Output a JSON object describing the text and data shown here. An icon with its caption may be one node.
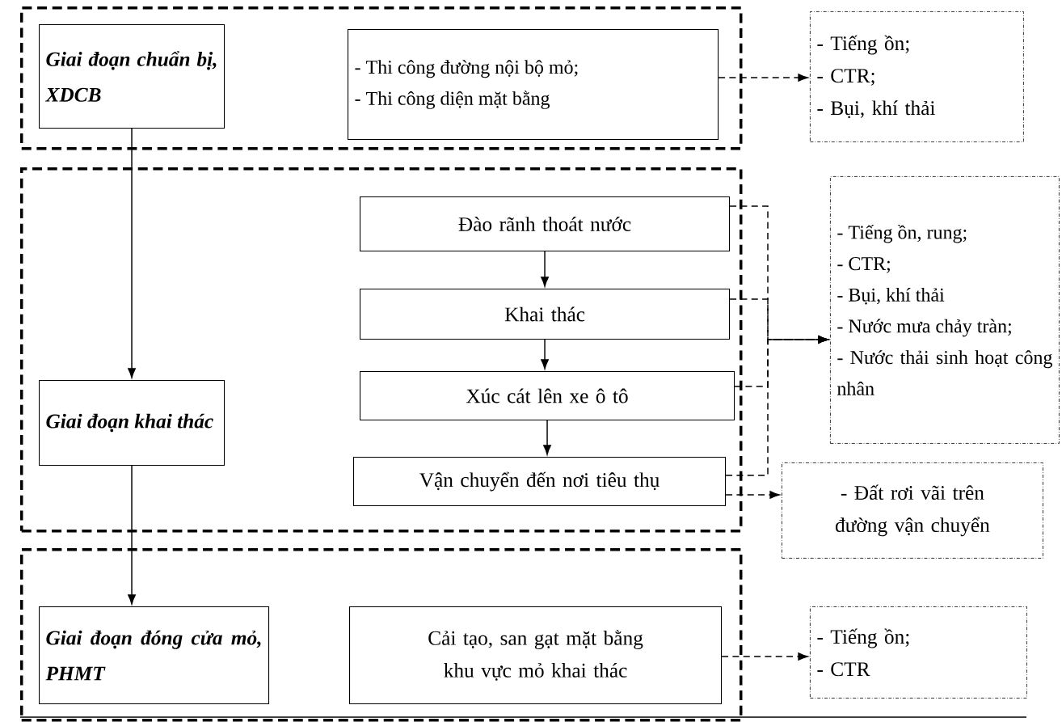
{
  "diagram": {
    "nodes": [
      {
        "text": [],
        "shape": "box"
      },
      {
        "text": [
          "Giai đoạn chuẩn bị, XDCB"
        ],
        "in": 0
      },
      {
        "text": [
          "- Thi công đường nội bộ mỏ;",
          "- Thi công diện mặt bằng"
        ],
        "in": 0
      },
      {
        "text": [
          "- Tiếng ồn;",
          "- CTR;",
          "- Bụi, khí thải"
        ]
      },
      {
        "text": [],
        "shape": "box"
      },
      {
        "text": [
          "Giai đoạn khai thác"
        ],
        "in": 4
      },
      {
        "text": [
          "Đào rãnh thoát nước"
        ],
        "in": 4
      },
      {
        "text": [
          "Khai thác"
        ],
        "in": 4
      },
      {
        "text": [
          "Xúc cát lên xe ô tô"
        ],
        "in": 4
      },
      {
        "text": [
          "Vận chuyển đến nơi tiêu thụ"
        ],
        "in": 4
      },
      {
        "text": [
          "- Tiếng ồn, rung;",
          "- CTR;",
          "- Bụi, khí thải",
          "- Nước mưa chảy tràn;",
          "- Nước thải sinh hoạt công nhân"
        ]
      },
      {
        "text": [
          "- Đất rơi vãi trên đường vận chuyển"
        ]
      },
      {
        "text": [],
        "shape": "box"
      },
      {
        "text": [
          "Giai đoạn đóng cửa mỏ, PHMT"
        ],
        "in": 12
      },
      {
        "text": [
          "Cải tạo, san gạt mặt bằng khu vực mỏ khai thác"
        ],
        "in": 12
      },
      {
        "text": [
          "- Tiếng ồn;",
          "- CTR"
        ]
      }
    ],
    "edges": [
      {
        "from": 1,
        "to": 5,
        "arrow": "to"
      },
      {
        "from": 5,
        "to": 13,
        "arrow": "to"
      },
      {
        "from": 6,
        "to": 7,
        "arrow": "to"
      },
      {
        "from": 7,
        "to": 8,
        "arrow": "to"
      },
      {
        "from": 8,
        "to": 9,
        "arrow": "to"
      },
      {
        "from": 2,
        "to": 3,
        "arrow": "to",
        "style": "dashed"
      },
      {
        "from": 6,
        "to": 10,
        "arrow": "to",
        "style": "dashed"
      },
      {
        "from": 7,
        "to": 10,
        "arrow": "to",
        "style": "dashed"
      },
      {
        "from": 8,
        "to": 10,
        "arrow": "to",
        "style": "dashed"
      },
      {
        "from": 9,
        "to": 10,
        "arrow": "to",
        "style": "dashed"
      },
      {
        "from": 9,
        "to": 11,
        "arrow": "to",
        "style": "dashed"
      },
      {
        "from": 14,
        "to": 15,
        "arrow": "to",
        "style": "dashed"
      }
    ]
  }
}
